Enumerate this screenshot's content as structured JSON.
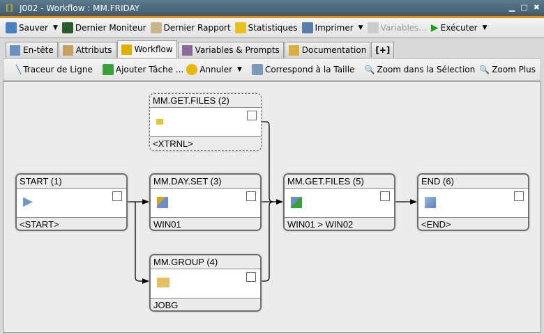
{
  "window": {
    "title": "J002 - Workflow : MM.FRIDAY"
  },
  "toolbar": {
    "save": "Sauver",
    "last_monitor": "Dernier Moniteur",
    "last_report": "Dernier Rapport",
    "statistics": "Statistiques",
    "print": "Imprimer",
    "variables": "Variables...",
    "execute": "Exécuter"
  },
  "tabs": [
    {
      "label": "En-tête"
    },
    {
      "label": "Attributs"
    },
    {
      "label": "Workflow",
      "active": true
    },
    {
      "label": "Variables & Prompts"
    },
    {
      "label": "Documentation"
    },
    {
      "label": "[+]"
    }
  ],
  "subtoolbar": {
    "line_tracer": "Traceur de Ligne",
    "add_task": "Ajouter Tâche ...",
    "undo": "Annuler",
    "fit": "Correspond à la Taille",
    "zoom_selection": "Zoom dans la Sélection",
    "zoom_plus": "Zoom Plus",
    "more": ">>"
  },
  "nodes": {
    "start": {
      "title": "START (1)",
      "footer": "<START>"
    },
    "getfiles2": {
      "title": "MM.GET.FILES (2)",
      "footer": "<XTRNL>"
    },
    "dayset": {
      "title": "MM.DAY.SET (3)",
      "footer": "WIN01"
    },
    "group": {
      "title": "MM.GROUP (4)",
      "footer": "JOBG"
    },
    "getfiles5": {
      "title": "MM.GET.FILES (5)",
      "footer": "WIN01 > WIN02"
    },
    "end": {
      "title": "END (6)",
      "footer": "<END>"
    }
  },
  "colors": {
    "accent": "#f08c00",
    "titlebar": "#4a6579",
    "canvas": "#ececec"
  }
}
